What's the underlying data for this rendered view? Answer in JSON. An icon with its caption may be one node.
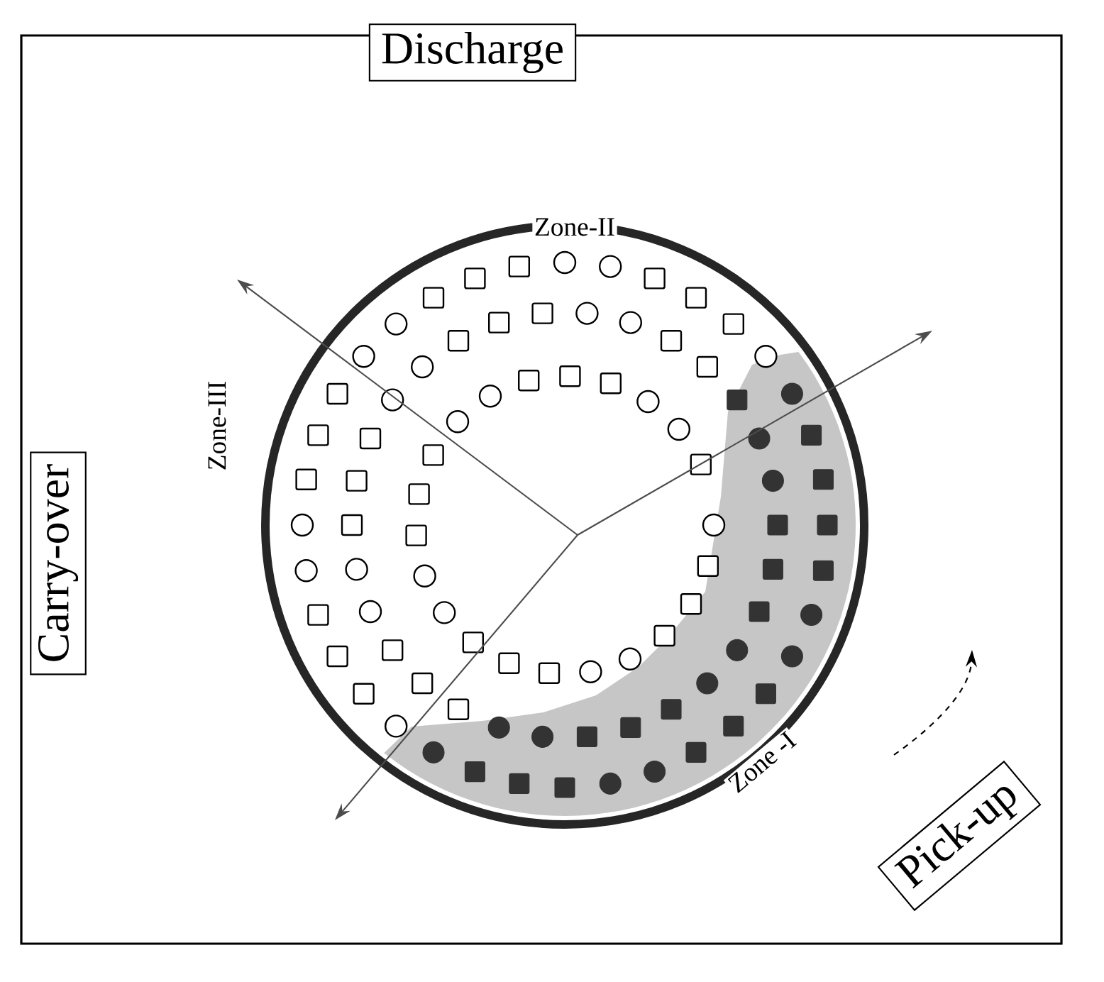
{
  "diagram": {
    "nodes": [
      {
        "text": [
          "Discharge"
        ]
      },
      {
        "text": [
          "Carry-over"
        ]
      },
      {
        "text": [
          "Pick-up"
        ]
      }
    ],
    "labels": [
      "Zone-II",
      "Zone-III",
      "Zone -I"
    ]
  }
}
